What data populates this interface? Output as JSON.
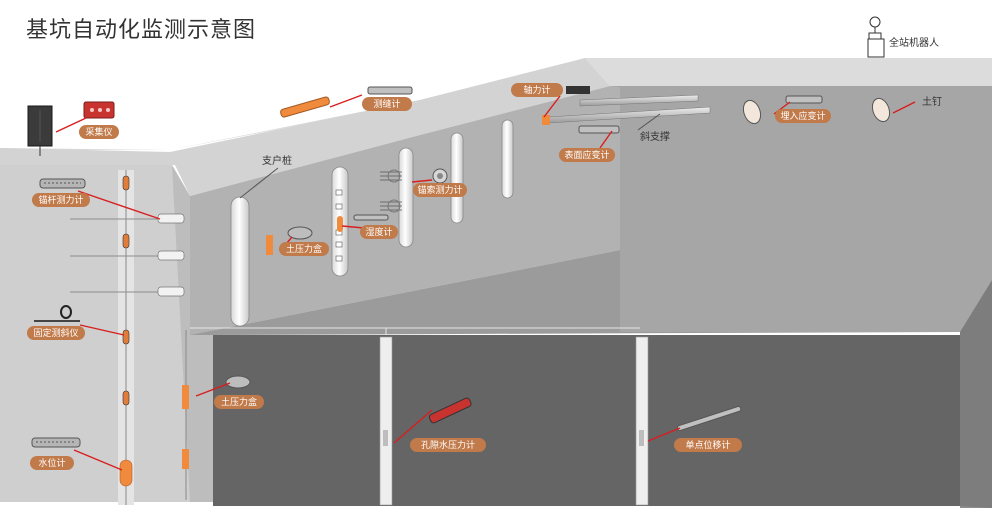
{
  "title": "基坑自动化监测示意图",
  "labels": {
    "collector": "采集仪",
    "anchor_force": "锚杆测力计",
    "fixed_inclinometer": "固定测斜仪",
    "water_level": "水位计",
    "earth_pressure_side": "土压力盒",
    "earth_pressure_pile": "土压力盒",
    "support_pile": "支户桩",
    "rebar_stress": "测缝计",
    "humidity": "湿度计",
    "cable_force": "锚索测力计",
    "axial_force": "轴力计",
    "surface_strain": "表面应变计",
    "inclined_brace": "斜支撑",
    "embedded_strain": "埋入应变计",
    "soil_nail": "土钉",
    "total_station": "全站机器人",
    "pore_pressure": "孔隙水压力计",
    "single_point_disp": "单点位移计"
  },
  "colors": {
    "badge": "#c17a4a",
    "leader": "#d81e1e",
    "sensor_orange": "#f08a3c",
    "wall_light": "#c9c9c9",
    "wall_mid": "#a9a9a9",
    "pit_floor": "#9d9d9d",
    "pit_dark": "#6b6b6b",
    "ground_top": "#dcdcdc"
  }
}
